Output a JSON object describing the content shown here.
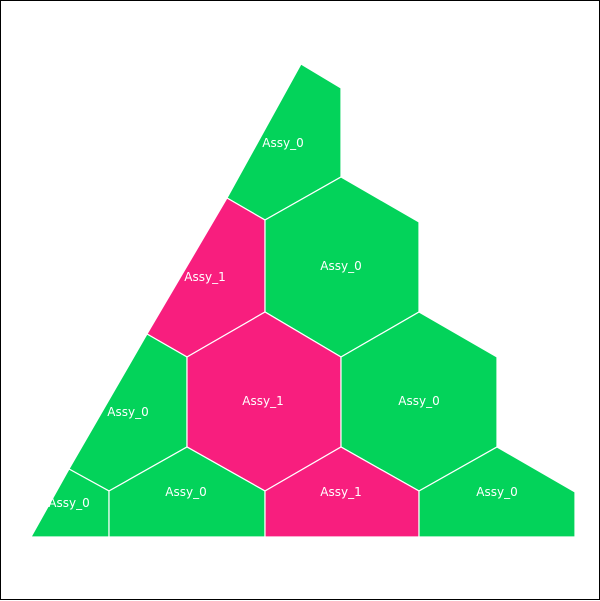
{
  "colors": {
    "Assy_0": "#03d35a",
    "Assy_1": "#f81e7e",
    "background": "#ffffff",
    "border": "#000000"
  },
  "cells": [
    {
      "id": "cell-top",
      "label": "Assy_0"
    },
    {
      "id": "cell-row2-left",
      "label": "Assy_1"
    },
    {
      "id": "cell-row2-right",
      "label": "Assy_0"
    },
    {
      "id": "cell-row3-left",
      "label": "Assy_0"
    },
    {
      "id": "cell-row3-center",
      "label": "Assy_1"
    },
    {
      "id": "cell-row3-right",
      "label": "Assy_0"
    },
    {
      "id": "cell-bottom-1",
      "label": "Assy_0"
    },
    {
      "id": "cell-bottom-2",
      "label": "Assy_0"
    },
    {
      "id": "cell-bottom-3",
      "label": "Assy_1"
    },
    {
      "id": "cell-bottom-4",
      "label": "Assy_0"
    }
  ]
}
